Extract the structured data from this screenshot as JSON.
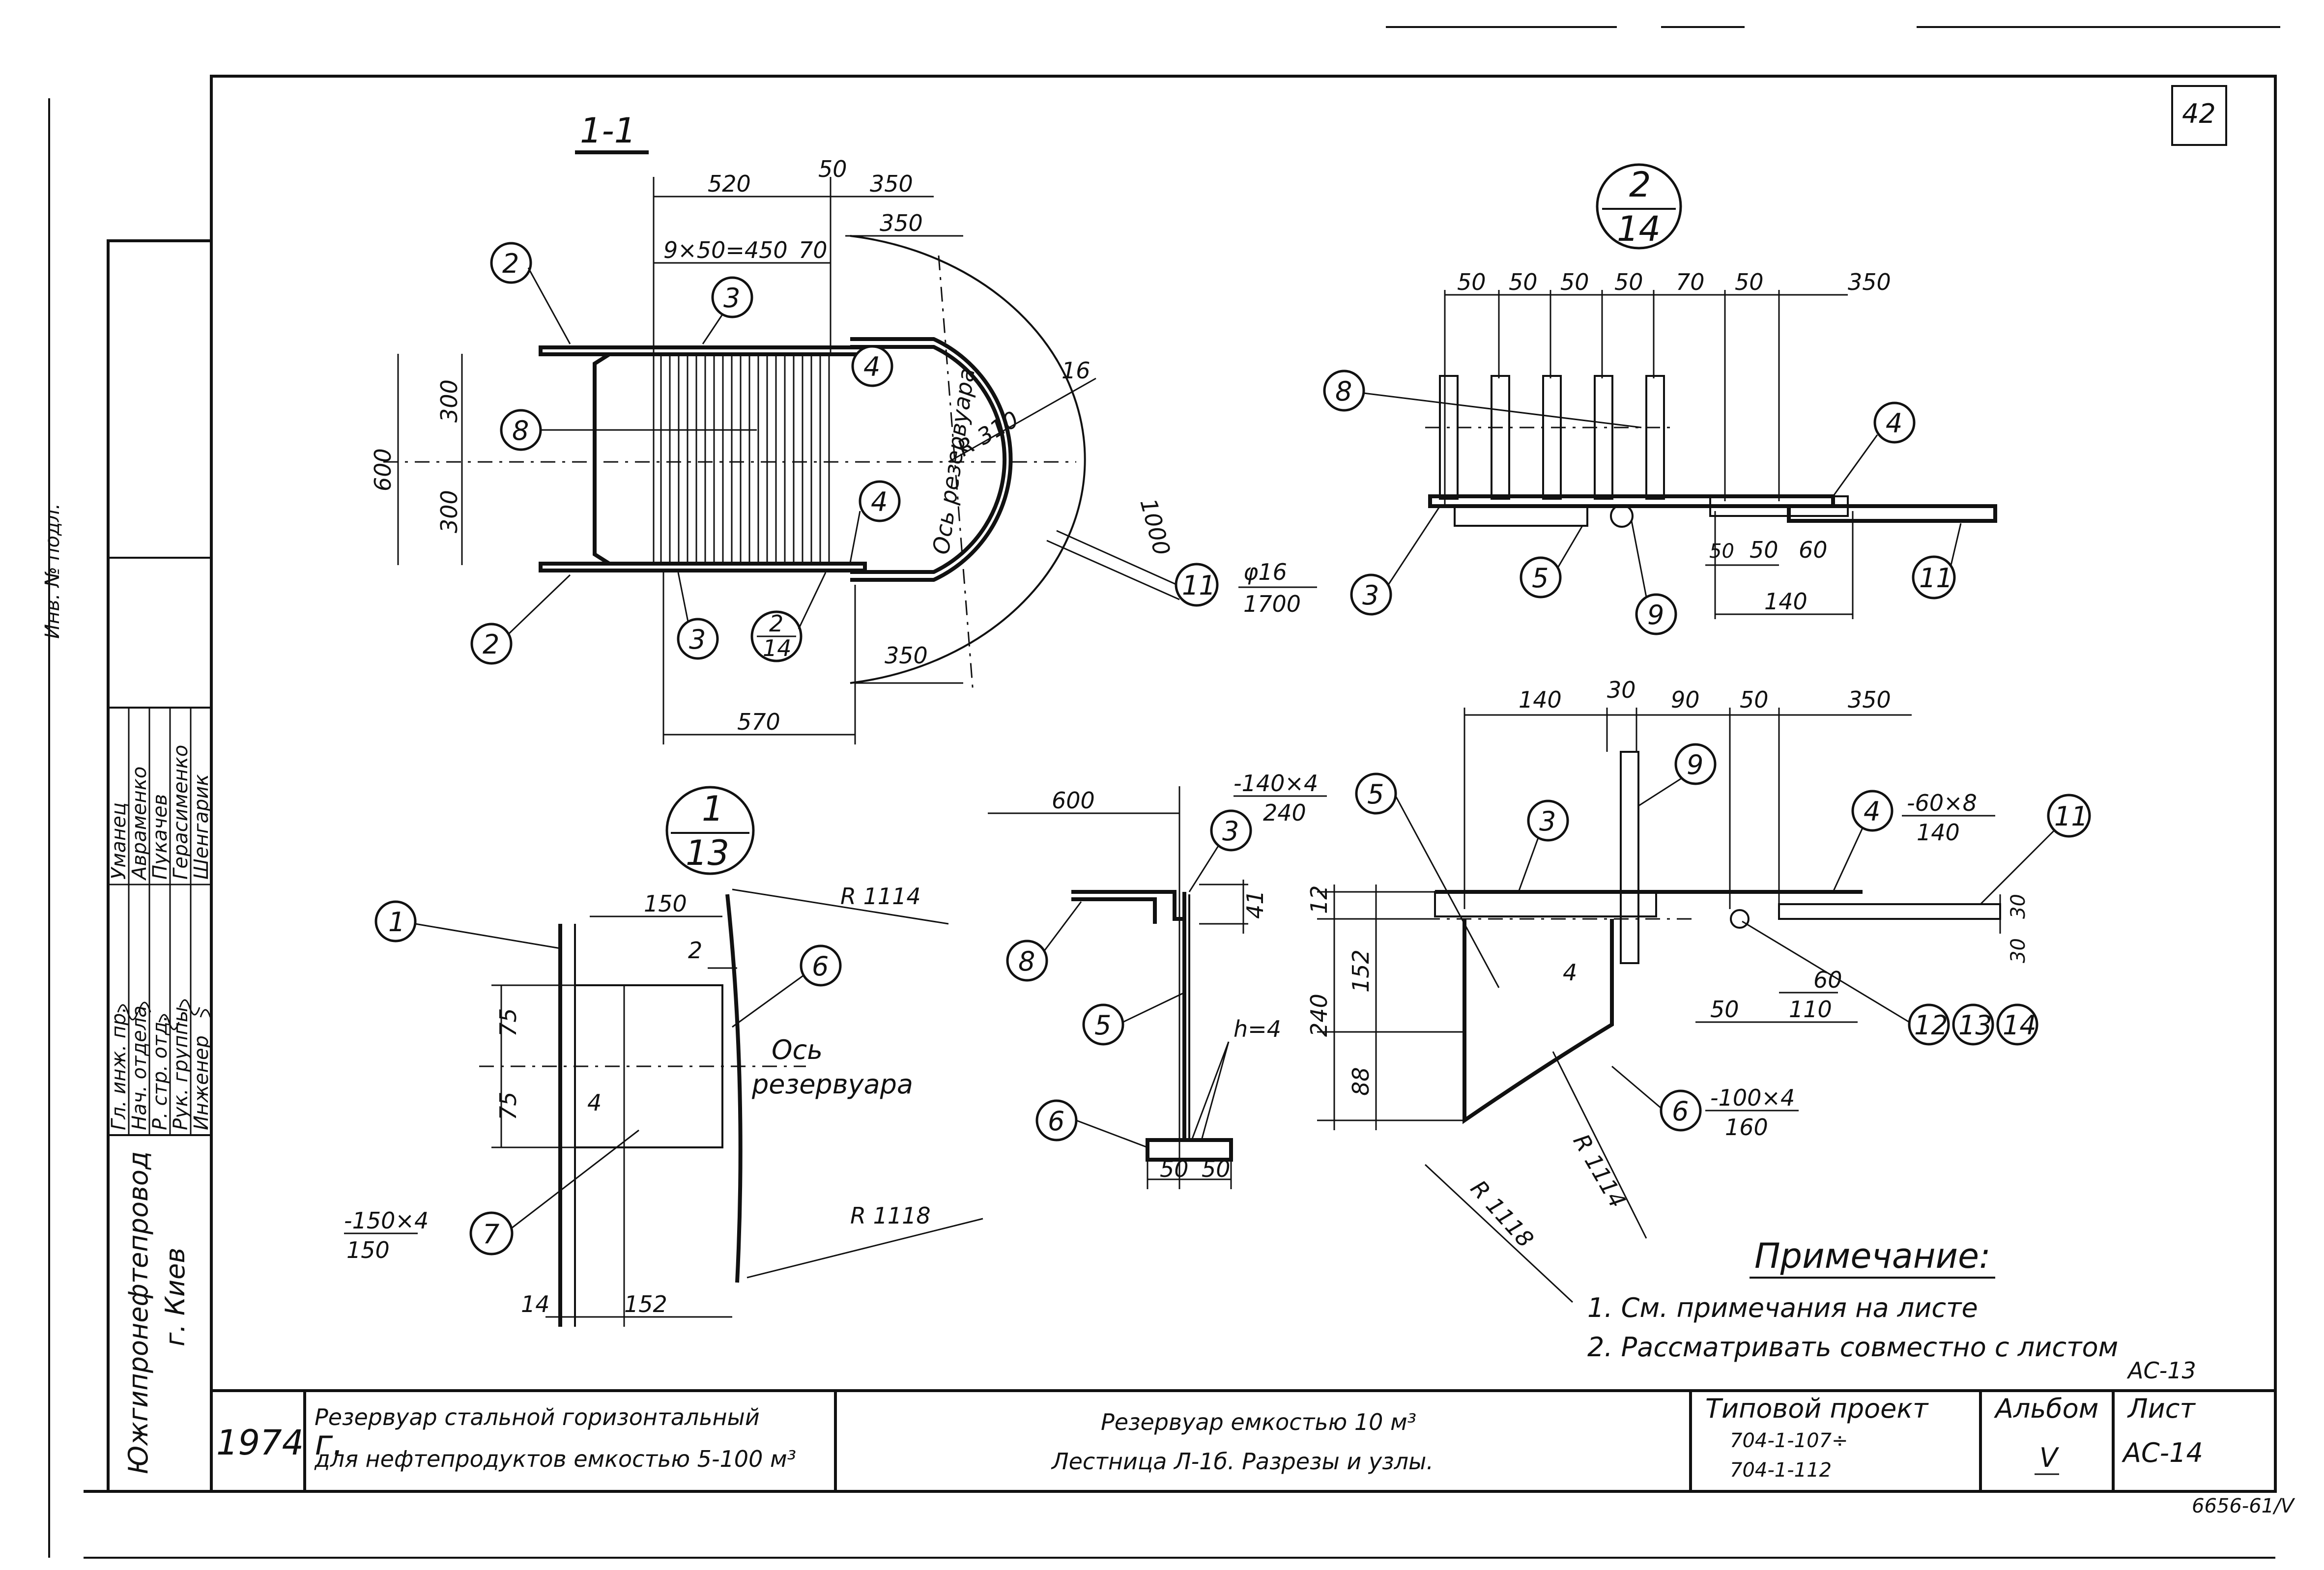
{
  "page_number": "42",
  "section_1_1": {
    "title": "1-1"
  },
  "marks": {
    "m1": "1",
    "m2": "2",
    "m3": "3",
    "m4": "4",
    "m5": "5",
    "m6": "6",
    "m7": "7",
    "m8": "8",
    "m9": "9",
    "m11": "11",
    "m12": "12",
    "m13": "13",
    "m14": "14"
  },
  "node_refs": {
    "n2_14_top": "2",
    "n2_14_bottom": "14",
    "n1_13_top": "1",
    "n1_13_bottom": "13"
  },
  "dims_plan": {
    "d520": "520",
    "d50": "50",
    "d350a": "350",
    "d350b": "350",
    "d350c": "350",
    "d9x50": "9×50=450",
    "d70": "70",
    "d600": "600",
    "d300a": "300",
    "d300b": "300",
    "d570": "570",
    "d16": "16",
    "r310": "R 310",
    "d1000": "1000",
    "pipe_top": "φ16",
    "pipe_bottom": "1700",
    "axis": "Ось резервуара"
  },
  "dims_node_2_14": {
    "d50a": "50",
    "d50b": "50",
    "d50c": "50",
    "d50d": "50",
    "d70": "70",
    "d50e": "50",
    "d350": "350",
    "d50f": "50",
    "d50g": "50",
    "d60": "60",
    "d140": "140"
  },
  "dims_node_1_13": {
    "d150": "150",
    "d2": "2",
    "r1114": "R 1114",
    "d75a": "75",
    "d75b": "75",
    "d4": "4",
    "axis_line1": "Ось",
    "axis_line2": "резервуара",
    "plate_top": "-150×4",
    "plate_bottom": "150",
    "r1118": "R 1118",
    "d14": "14",
    "d152": "152"
  },
  "dims_section_mid": {
    "d600": "600",
    "d41": "41",
    "h4": "h=4",
    "d50a": "50",
    "d50b": "50"
  },
  "dims_node_right": {
    "d140": "140",
    "d30": "30",
    "d90": "90",
    "d50": "50",
    "d350": "350",
    "p5_top": "-140×4",
    "p5_bottom": "240",
    "p4_top": "-60×8",
    "p4_bottom": "140",
    "d12": "12",
    "d152": "152",
    "d240": "240",
    "d88": "88",
    "d4": "4",
    "d30a": "30",
    "d30b": "30",
    "d60": "60",
    "d50b": "50",
    "d110": "110",
    "p6_top": "-100×4",
    "p6_bottom": "160",
    "r1114": "R 1114",
    "r1118": "R 1118"
  },
  "notes": {
    "heading": "Примечание:",
    "line1": "1. См. примечания на листе",
    "line2": "2. Рассматривать совместно с листом",
    "line2_ref": "АС-13"
  },
  "stamp": {
    "org_line1": "Южгипронефтепровод",
    "org_line2": "г. Киев",
    "roles": [
      "Гл. инж. пр.",
      "Нач. отдела",
      "Р. стр. отд.",
      "Рук. группы",
      "Инженер"
    ],
    "names": [
      "Уманец",
      "Авраменко",
      "Пукачев",
      "Герасименко",
      "Шенгарик"
    ]
  },
  "title_block": {
    "year": "1974 г.",
    "desc_line1": "Резервуар стальной горизонтальный",
    "desc_line2": "для нефтепродуктов емкостью 5-100 м³",
    "title_line1": "Резервуар емкостью 10 м³",
    "title_line2": "Лестница Л-1б. Разрезы и узлы.",
    "project_label": "Типовой проект",
    "project_line1": "704-1-107÷",
    "project_line2": "704-1-112",
    "album_label": "Альбом",
    "album_value": "V",
    "sheet_label": "Лист",
    "sheet_value": "АС-14",
    "inventory": "6656-61/V"
  },
  "margin_note": "Инв. № подл."
}
